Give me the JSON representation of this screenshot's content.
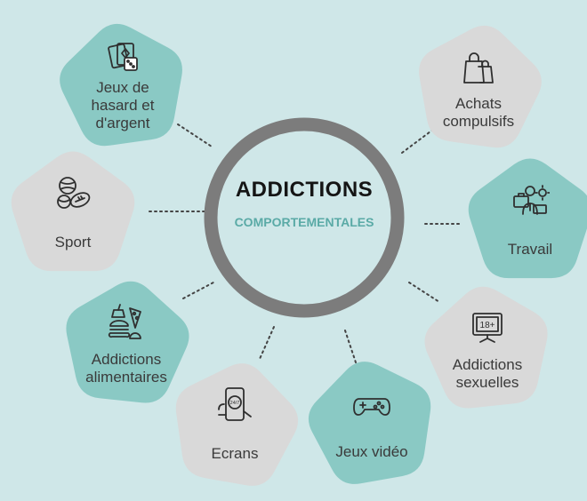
{
  "center": {
    "title": "ADDICTIONS",
    "subtitle": "COMPORTEMENTALES"
  },
  "colors": {
    "background": "#cfe7e8",
    "teal": "#8ac9c4",
    "gray": "#d9d9d9",
    "ring": "#7c7c7c",
    "subtitle": "#5aaaa6"
  },
  "nodes": [
    {
      "id": "jeux-hasard",
      "lines": [
        "Jeux de",
        "hasard et",
        "d'argent"
      ],
      "fill": "teal",
      "icon": "cards-dice-icon"
    },
    {
      "id": "achats",
      "lines": [
        "Achats",
        "compulsifs"
      ],
      "fill": "gray",
      "icon": "shopping-bags-icon"
    },
    {
      "id": "sport",
      "lines": [
        "Sport"
      ],
      "fill": "gray",
      "icon": "sports-balls-icon"
    },
    {
      "id": "travail",
      "lines": [
        "Travail"
      ],
      "fill": "teal",
      "icon": "work-team-icon"
    },
    {
      "id": "alimentaires",
      "lines": [
        "Addictions",
        "alimentaires"
      ],
      "fill": "teal",
      "icon": "fast-food-icon"
    },
    {
      "id": "sexuelles",
      "lines": [
        "Addictions",
        "sexuelles"
      ],
      "fill": "gray",
      "icon": "adult-18-icon"
    },
    {
      "id": "ecrans",
      "lines": [
        "Ecrans"
      ],
      "fill": "gray",
      "icon": "smartphone-24-7-icon"
    },
    {
      "id": "jeux-video",
      "lines": [
        "Jeux vidéo"
      ],
      "fill": "teal",
      "icon": "gamepad-icon"
    }
  ],
  "badge_18": "18+",
  "badge_247": "24/7"
}
